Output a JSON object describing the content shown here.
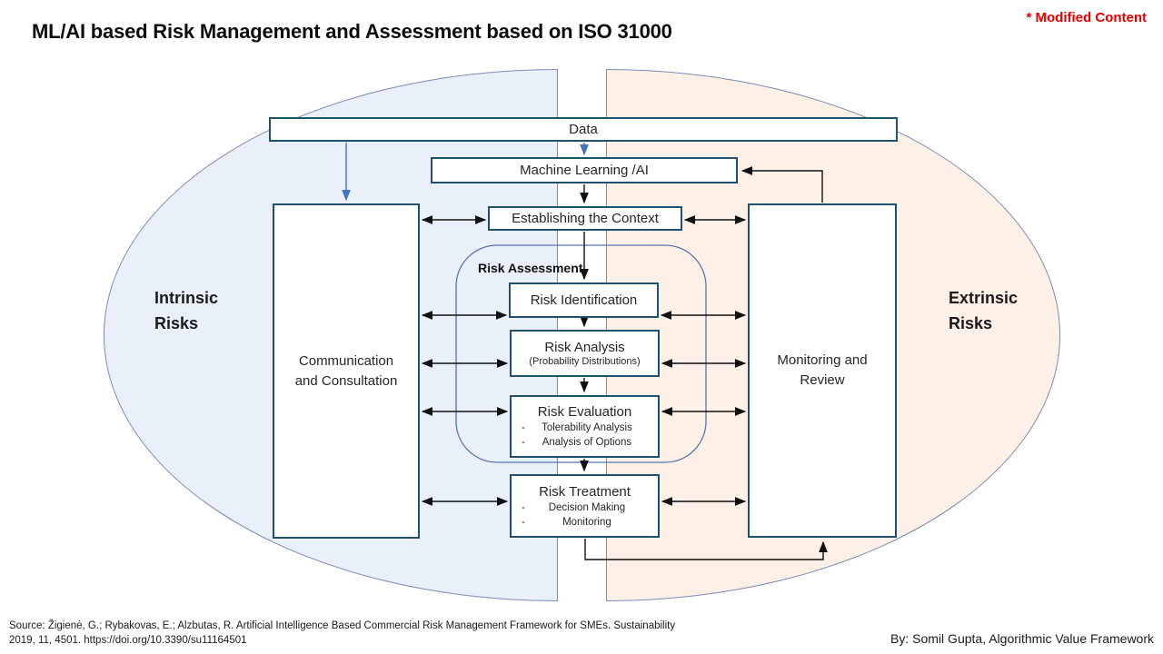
{
  "slide": {
    "title": "ML/AI based Risk Management and Assessment based on ISO 31000",
    "note": "* Modified Content"
  },
  "regions": {
    "intrinsic": {
      "line1": "Intrinsic",
      "line2": "Risks"
    },
    "extrinsic": {
      "line1": "Extrinsic",
      "line2": "Risks"
    }
  },
  "boxes": {
    "data": "Data",
    "machine_learning": "Machine Learning /AI",
    "establishing_context": "Establishing the Context",
    "risk_assessment_group": "Risk Assessment",
    "risk_identification": "Risk Identification",
    "risk_analysis": {
      "title": "Risk Analysis",
      "subtitle": "(Probability Distributions)"
    },
    "risk_evaluation": {
      "title": "Risk Evaluation",
      "bullets": [
        "Tolerability Analysis",
        "Analysis of Options"
      ]
    },
    "risk_treatment": {
      "title": "Risk Treatment",
      "bullets": [
        "Decision Making",
        "Monitoring"
      ]
    },
    "communication": {
      "line1": "Communication",
      "line2": "and Consultation"
    },
    "monitoring": {
      "line1": "Monitoring and",
      "line2": "Review"
    }
  },
  "footer": {
    "source_line1": "Source: Žigienė, G.; Rybakovas, E.; Alzbutas, R. Artificial Intelligence Based Commercial Risk Management Framework for SMEs. Sustainability",
    "source_line2": "2019, 11, 4501. https://doi.org/10.3390/su11164501",
    "byline": "By: Somil Gupta, Algorithmic Value Framework"
  },
  "theme": {
    "intrinsic_fill": "#eaf0f9",
    "extrinsic_fill": "#fdf0e6",
    "ellipse_border": "#7b8cba",
    "group_border": "#5b74ad",
    "box_border": "#21506e",
    "arrow_black": "#111111",
    "arrow_blue": "#4472c4",
    "note_red": "#e60000"
  }
}
